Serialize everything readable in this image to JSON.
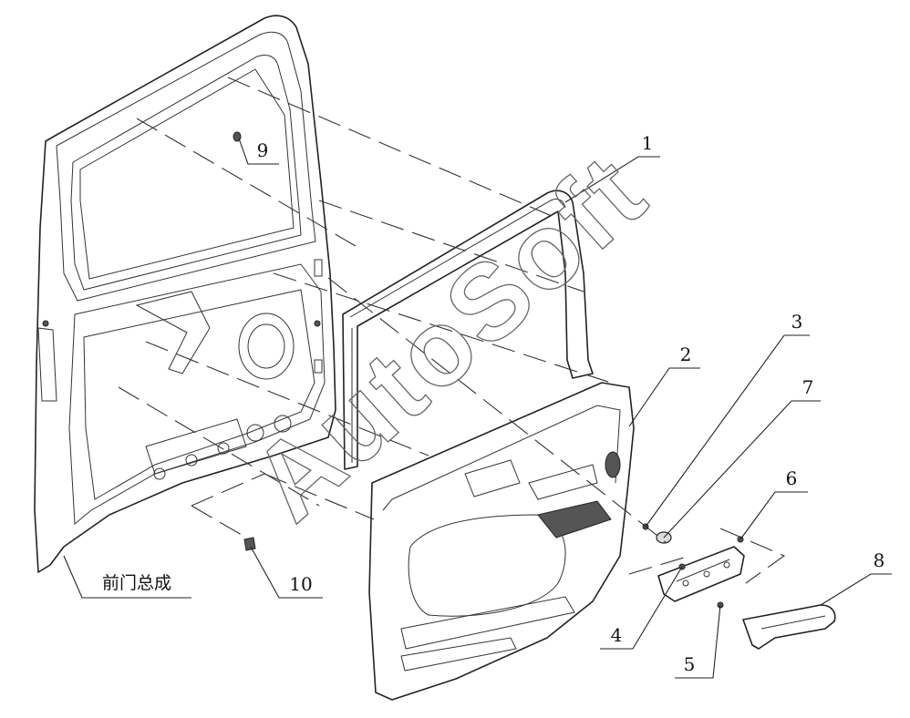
{
  "watermark": "AutoSoft",
  "main_label": "前门总成",
  "callouts": [
    "1",
    "2",
    "3",
    "4",
    "5",
    "6",
    "7",
    "8",
    "9",
    "10"
  ]
}
